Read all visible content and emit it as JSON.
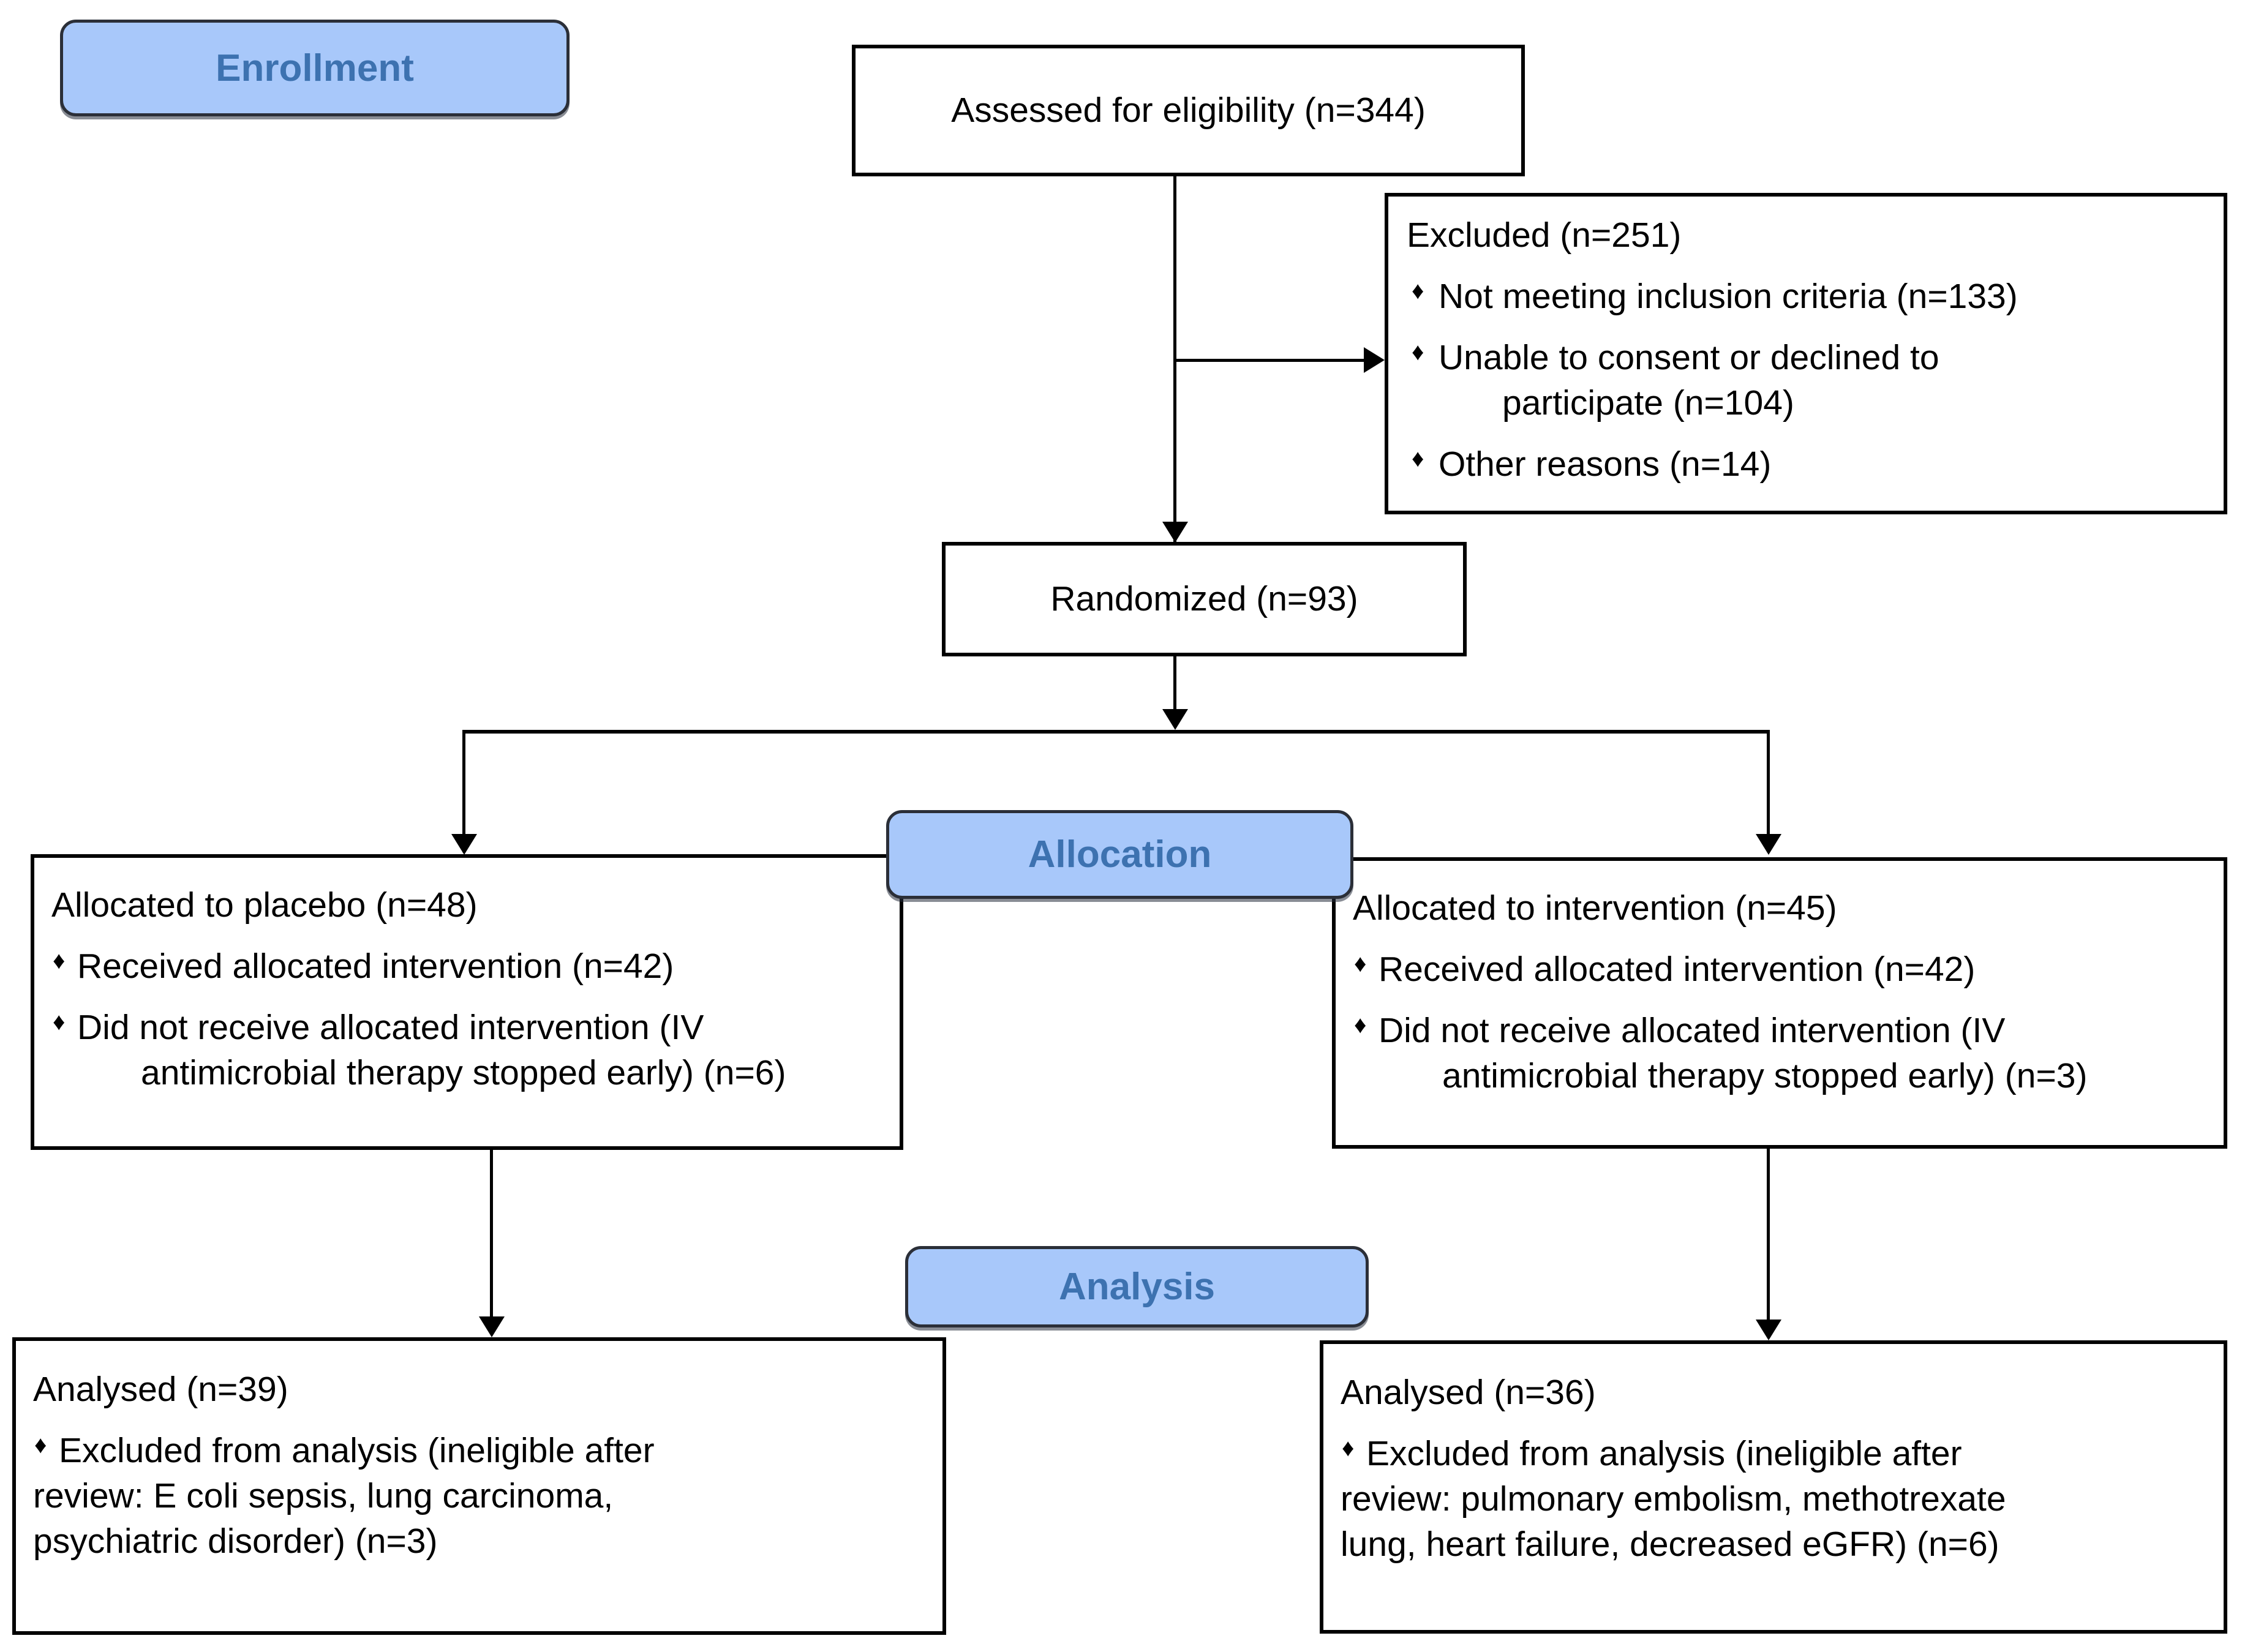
{
  "diagram": {
    "type": "consort-flow-diagram",
    "colors": {
      "badge_fill": "#a8c8fa",
      "badge_text": "#3d72b0",
      "badge_border": "#2b2f38",
      "box_border": "#000000",
      "box_fill": "#ffffff",
      "text": "#000000"
    }
  },
  "stages": {
    "enrollment": "Enrollment",
    "allocation": "Allocation",
    "analysis": "Analysis"
  },
  "nodes": {
    "eligibility": {
      "text": "Assessed for eligibility (n=344)"
    },
    "excluded": {
      "lead": "Excluded (n=251)",
      "bullets": [
        {
          "line1": "Not meeting inclusion criteria (n=133)",
          "line2": ""
        },
        {
          "line1": "Unable to consent or declined to",
          "line2": "participate (n=104)"
        },
        {
          "line1": "Other reasons (n=14)",
          "line2": ""
        }
      ],
      "bullet_glyph": "♦"
    },
    "randomized": {
      "text": "Randomized (n=93)"
    },
    "allocated_placebo": {
      "lead": "Allocated to placebo (n=48)",
      "bullets": [
        {
          "line1": "Received allocated intervention (n=42)",
          "line2": ""
        },
        {
          "line1": "Did not receive allocated intervention (IV",
          "line2": "antimicrobial therapy stopped early) (n=6)"
        }
      ],
      "bullet_glyph": "♦"
    },
    "allocated_intervention": {
      "lead": "Allocated to intervention (n=45)",
      "bullets": [
        {
          "line1": "Received allocated intervention (n=42)",
          "line2": ""
        },
        {
          "line1": "Did not receive allocated intervention (IV",
          "line2": "antimicrobial therapy stopped early) (n=3)"
        }
      ],
      "bullet_glyph": "♦"
    },
    "analysed_placebo": {
      "lead": "Analysed (n=39)",
      "bullets": [
        {
          "line1": "Excluded from analysis (ineligible after",
          "line2": "review: E coli sepsis, lung carcinoma,",
          "line3": "psychiatric disorder) (n=3)"
        }
      ],
      "bullet_glyph": "♦"
    },
    "analysed_intervention": {
      "lead": "Analysed (n=36)",
      "bullets": [
        {
          "line1": "Excluded from analysis (ineligible after",
          "line2": "review: pulmonary embolism, methotrexate",
          "line3": "lung, heart failure, decreased eGFR) (n=6)"
        }
      ],
      "bullet_glyph": "♦"
    }
  },
  "flow_counts": {
    "assessed": 344,
    "excluded_total": 251,
    "excluded_not_meeting_criteria": 133,
    "excluded_unable_or_declined": 104,
    "excluded_other": 14,
    "randomized": 93,
    "placebo_allocated": 48,
    "placebo_received": 42,
    "placebo_not_received": 6,
    "intervention_allocated": 45,
    "intervention_received": 42,
    "intervention_not_received": 3,
    "placebo_analysed": 39,
    "placebo_excluded_from_analysis": 3,
    "intervention_analysed": 36,
    "intervention_excluded_from_analysis": 6
  }
}
